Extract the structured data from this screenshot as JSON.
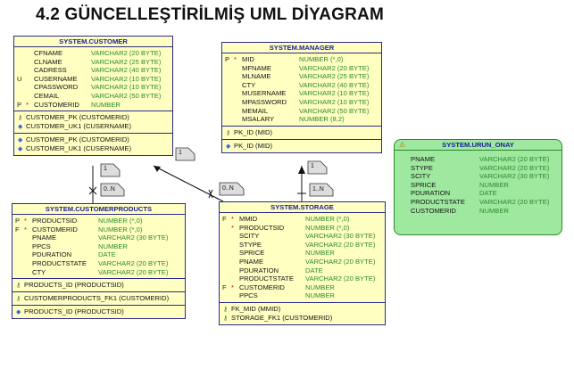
{
  "title": "4.2 GÜNCELLEŞTİRİLMİŞ UML DİYAGRAM",
  "tables": {
    "customer": {
      "name": "SYSTEM.CUSTOMER",
      "columns": [
        {
          "flag": "",
          "star": "",
          "name": "CFNAME",
          "type": "VARCHAR2 (20 BYTE)"
        },
        {
          "flag": "",
          "star": "",
          "name": "CLNAME",
          "type": "VARCHAR2 (25 BYTE)"
        },
        {
          "flag": "",
          "star": "",
          "name": "CADRESS",
          "type": "VARCHAR2 (40 BYTE)"
        },
        {
          "flag": "U",
          "star": "",
          "name": "CUSERNAME",
          "type": "VARCHAR2 (10 BYTE)"
        },
        {
          "flag": "",
          "star": "",
          "name": "CPASSWORD",
          "type": "VARCHAR2 (10 BYTE)"
        },
        {
          "flag": "",
          "star": "",
          "name": "CEMAIL",
          "type": "VARCHAR2 (50 BYTE)"
        },
        {
          "flag": "P",
          "star": "*",
          "name": "CUSTOMERID",
          "type": "NUMBER"
        }
      ],
      "keys": [
        {
          "icon": "key",
          "text": "CUSTOMER_PK (CUSTOMERID)"
        },
        {
          "icon": "diamond",
          "text": "CUSTOMER_UK1 (CUSERNAME)"
        }
      ],
      "indexes": [
        {
          "icon": "diamond",
          "text": "CUSTOMER_PK (CUSTOMERID)"
        },
        {
          "icon": "diamond",
          "text": "CUSTOMER_UK1 (CUSERNAME)"
        }
      ]
    },
    "manager": {
      "name": "SYSTEM.MANAGER",
      "columns": [
        {
          "flag": "P",
          "star": "*",
          "name": "MID",
          "type": "NUMBER (*,0)"
        },
        {
          "flag": "",
          "star": "",
          "name": "MFNAME",
          "type": "VARCHAR2 (20 BYTE)"
        },
        {
          "flag": "",
          "star": "",
          "name": "MLNAME",
          "type": "VARCHAR2 (25 BYTE)"
        },
        {
          "flag": "",
          "star": "",
          "name": "CTY",
          "type": "VARCHAR2 (40 BYTE)"
        },
        {
          "flag": "",
          "star": "",
          "name": "MUSERNAME",
          "type": "VARCHAR2 (10 BYTE)"
        },
        {
          "flag": "",
          "star": "",
          "name": "MPASSWORD",
          "type": "VARCHAR2 (10 BYTE)"
        },
        {
          "flag": "",
          "star": "",
          "name": "MEMAIL",
          "type": "VARCHAR2 (50 BYTE)"
        },
        {
          "flag": "",
          "star": "",
          "name": "MSALARY",
          "type": "NUMBER (8,2)"
        }
      ],
      "keys": [
        {
          "icon": "key",
          "text": "PK_ID (MID)"
        }
      ],
      "indexes": [
        {
          "icon": "diamond",
          "text": "PK_ID (MID)"
        }
      ]
    },
    "urun_onay": {
      "name": "SYSTEM.URUN_ONAY",
      "columns": [
        {
          "name": "PNAME",
          "type": "VARCHAR2 (20 BYTE)"
        },
        {
          "name": "STYPE",
          "type": "VARCHAR2 (20 BYTE)"
        },
        {
          "name": "SCITY",
          "type": "VARCHAR2 (30 BYTE)"
        },
        {
          "name": "SPRICE",
          "type": "NUMBER"
        },
        {
          "name": "PDURATION",
          "type": "DATE"
        },
        {
          "name": "PRODUCTSTATE",
          "type": "VARCHAR2 (20 BYTE)"
        },
        {
          "name": "CUSTOMERID",
          "type": "NUMBER"
        }
      ]
    },
    "customerproducts": {
      "name": "SYSTEM.CUSTOMERPRODUCTS",
      "columns": [
        {
          "flag": "P",
          "star": "*",
          "name": "PRODUCTSID",
          "type": "NUMBER (*,0)"
        },
        {
          "flag": "F",
          "star": "*",
          "name": "CUSTOMERID",
          "type": "NUMBER (*,0)"
        },
        {
          "flag": "",
          "star": "",
          "name": "PNAME",
          "type": "VARCHAR2 (30 BYTE)"
        },
        {
          "flag": "",
          "star": "",
          "name": "PPCS",
          "type": "NUMBER"
        },
        {
          "flag": "",
          "star": "",
          "name": "PDURATION",
          "type": "DATE"
        },
        {
          "flag": "",
          "star": "",
          "name": "PRODUCTSTATE",
          "type": "VARCHAR2 (20 BYTE)"
        },
        {
          "flag": "",
          "star": "",
          "name": "CTY",
          "type": "VARCHAR2 (20 BYTE)"
        }
      ],
      "keys": [
        {
          "icon": "key",
          "text": "PRODUCTS_ID (PRODUCTSID)"
        }
      ],
      "fks": [
        {
          "icon": "fk",
          "text": "CUSTOMERPRODUCTS_FK1 (CUSTOMERID)"
        }
      ],
      "indexes": [
        {
          "icon": "diamond",
          "text": "PRODUCTS_ID (PRODUCTSID)"
        }
      ]
    },
    "storage": {
      "name": "SYSTEM.STORAGE",
      "columns": [
        {
          "flag": "F",
          "star": "*",
          "name": "MMID",
          "type": "NUMBER (*,0)"
        },
        {
          "flag": "",
          "star": "*",
          "name": "PRODUCTSID",
          "type": "NUMBER (*,0)"
        },
        {
          "flag": "",
          "star": "",
          "name": "SCITY",
          "type": "VARCHAR2 (30 BYTE)"
        },
        {
          "flag": "",
          "star": "",
          "name": "STYPE",
          "type": "VARCHAR2 (20 BYTE)"
        },
        {
          "flag": "",
          "star": "",
          "name": "SPRICE",
          "type": "NUMBER"
        },
        {
          "flag": "",
          "star": "",
          "name": "PNAME",
          "type": "VARCHAR2 (20 BYTE)"
        },
        {
          "flag": "",
          "star": "",
          "name": "PDURATION",
          "type": "DATE"
        },
        {
          "flag": "",
          "star": "",
          "name": "PRODUCTSTATE",
          "type": "VARCHAR2 (20 BYTE)"
        },
        {
          "flag": "F",
          "star": "*",
          "name": "CUSTOMERID",
          "type": "NUMBER"
        },
        {
          "flag": "",
          "star": "",
          "name": "PPCS",
          "type": "NUMBER"
        }
      ],
      "fks": [
        {
          "icon": "fk",
          "text": "FK_MID (MMID)"
        },
        {
          "icon": "fk",
          "text": "STORAGE_FK1 (CUSTOMERID)"
        }
      ]
    }
  },
  "cardinalities": {
    "cust_cp_top": "1",
    "cust_cp_bottom": "0..N",
    "cust_storage_top": "1",
    "cust_storage_bottom": "0..N",
    "mgr_storage_top": "1",
    "mgr_storage_bottom": "1..N"
  }
}
